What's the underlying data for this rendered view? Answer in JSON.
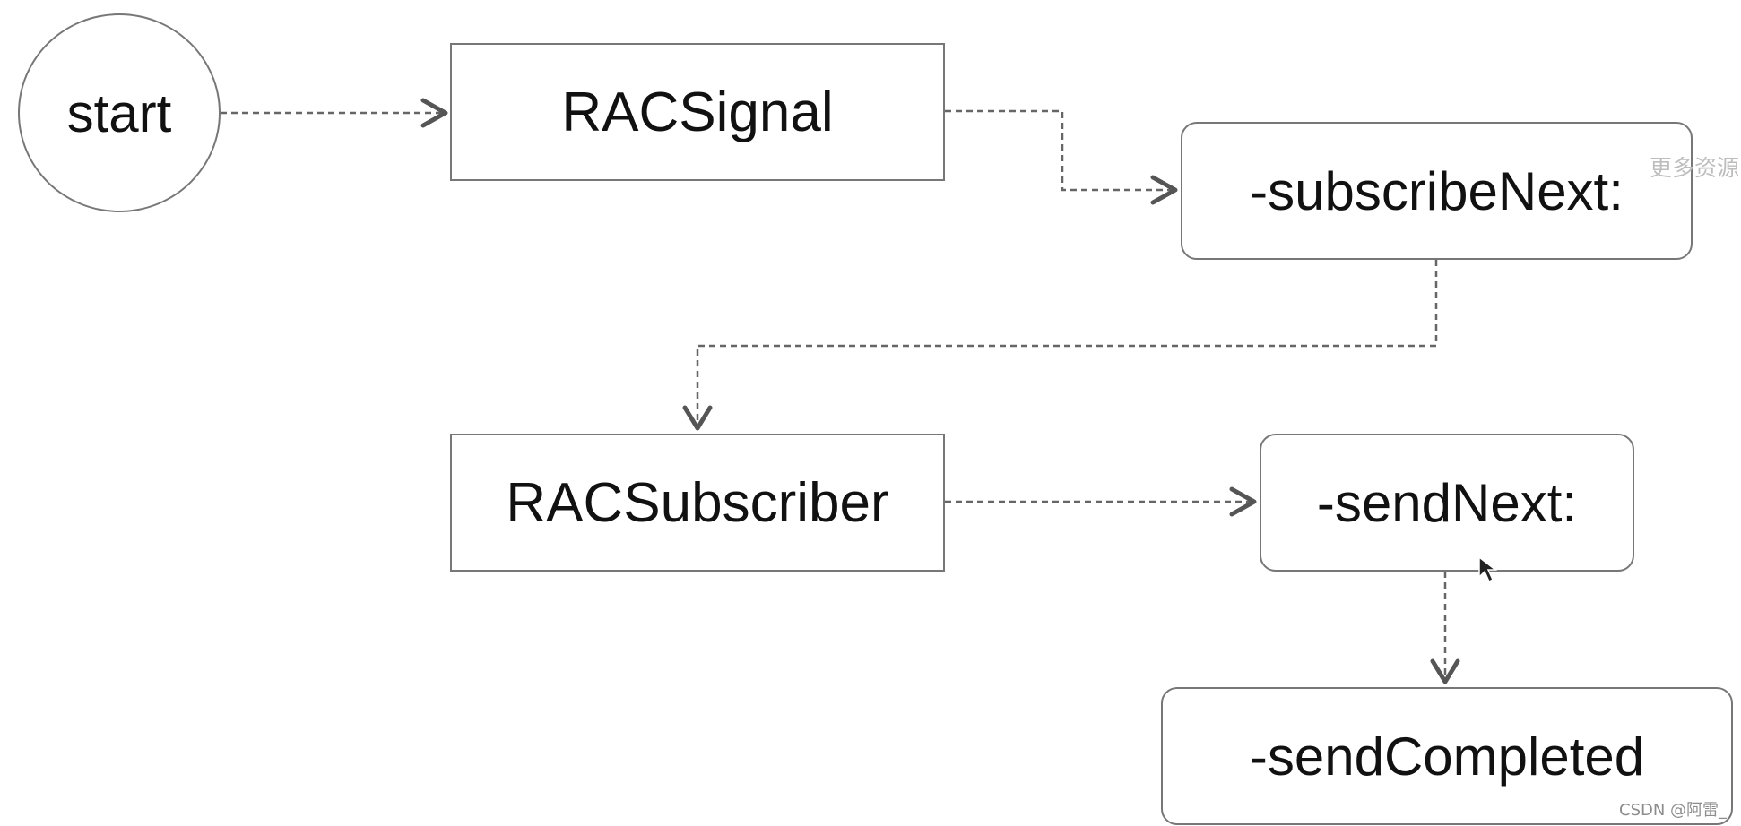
{
  "nodes": {
    "start": "start",
    "racsignal": "RACSignal",
    "subscribenext": "-subscribeNext:",
    "racsubscriber": "RACSubscriber",
    "sendnext": "-sendNext:",
    "sendcompleted": "-sendCompleted"
  },
  "watermarks": {
    "top": "更多资源",
    "bottom": "CSDN @阿雷_"
  },
  "colors": {
    "border": "#777777",
    "connector": "#666666",
    "arrowhead": "#555555",
    "text": "#111111"
  }
}
